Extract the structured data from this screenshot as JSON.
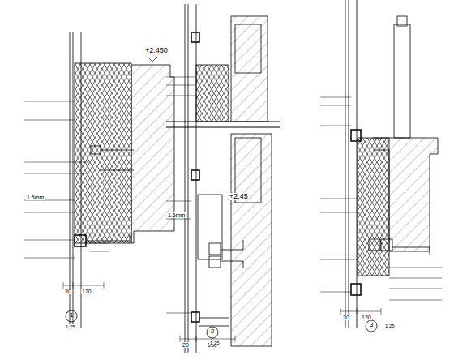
{
  "diagram": {
    "labels": [
      "+2.450",
      "1.5mm",
      "30",
      "120",
      "1",
      "1:25",
      "+2.45",
      "1.5mm",
      "20",
      "150",
      "2",
      "1:25",
      "30",
      "120",
      "3",
      "1:25"
    ]
  }
}
